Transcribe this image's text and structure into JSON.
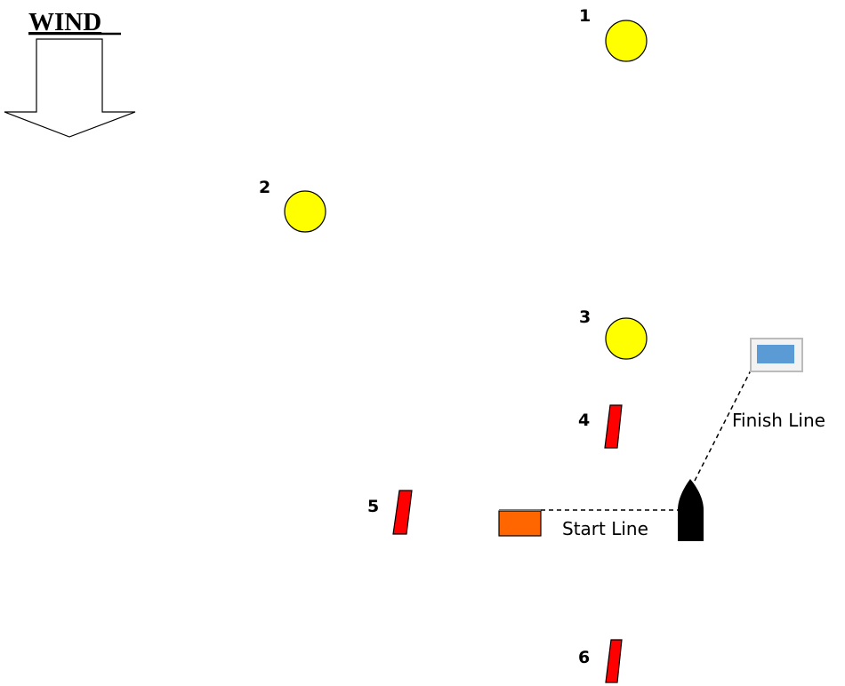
{
  "wind": {
    "label": "WIND",
    "direction": "down"
  },
  "marks": {
    "m1": {
      "number": "1",
      "shape": "yellow-circle-buoy"
    },
    "m2": {
      "number": "2",
      "shape": "yellow-circle-buoy"
    },
    "m3": {
      "number": "3",
      "shape": "yellow-circle-buoy"
    },
    "m4": {
      "number": "4",
      "shape": "red-flag-buoy"
    },
    "m5": {
      "number": "5",
      "shape": "red-flag-buoy"
    },
    "m6": {
      "number": "6",
      "shape": "red-flag-buoy"
    }
  },
  "start_line": {
    "label": "Start Line",
    "pin_icon": "orange-rectangle"
  },
  "finish_line": {
    "label": "Finish Line",
    "pin_icon": "blue-rectangle"
  },
  "committee_boat": {
    "icon": "boat-icon"
  },
  "colors": {
    "buoy_yellow": "#ffff00",
    "buoy_red": "#ff0000",
    "start_pin": "#ff6600",
    "finish_pin": "#5b9bd5",
    "boat": "#000000"
  }
}
